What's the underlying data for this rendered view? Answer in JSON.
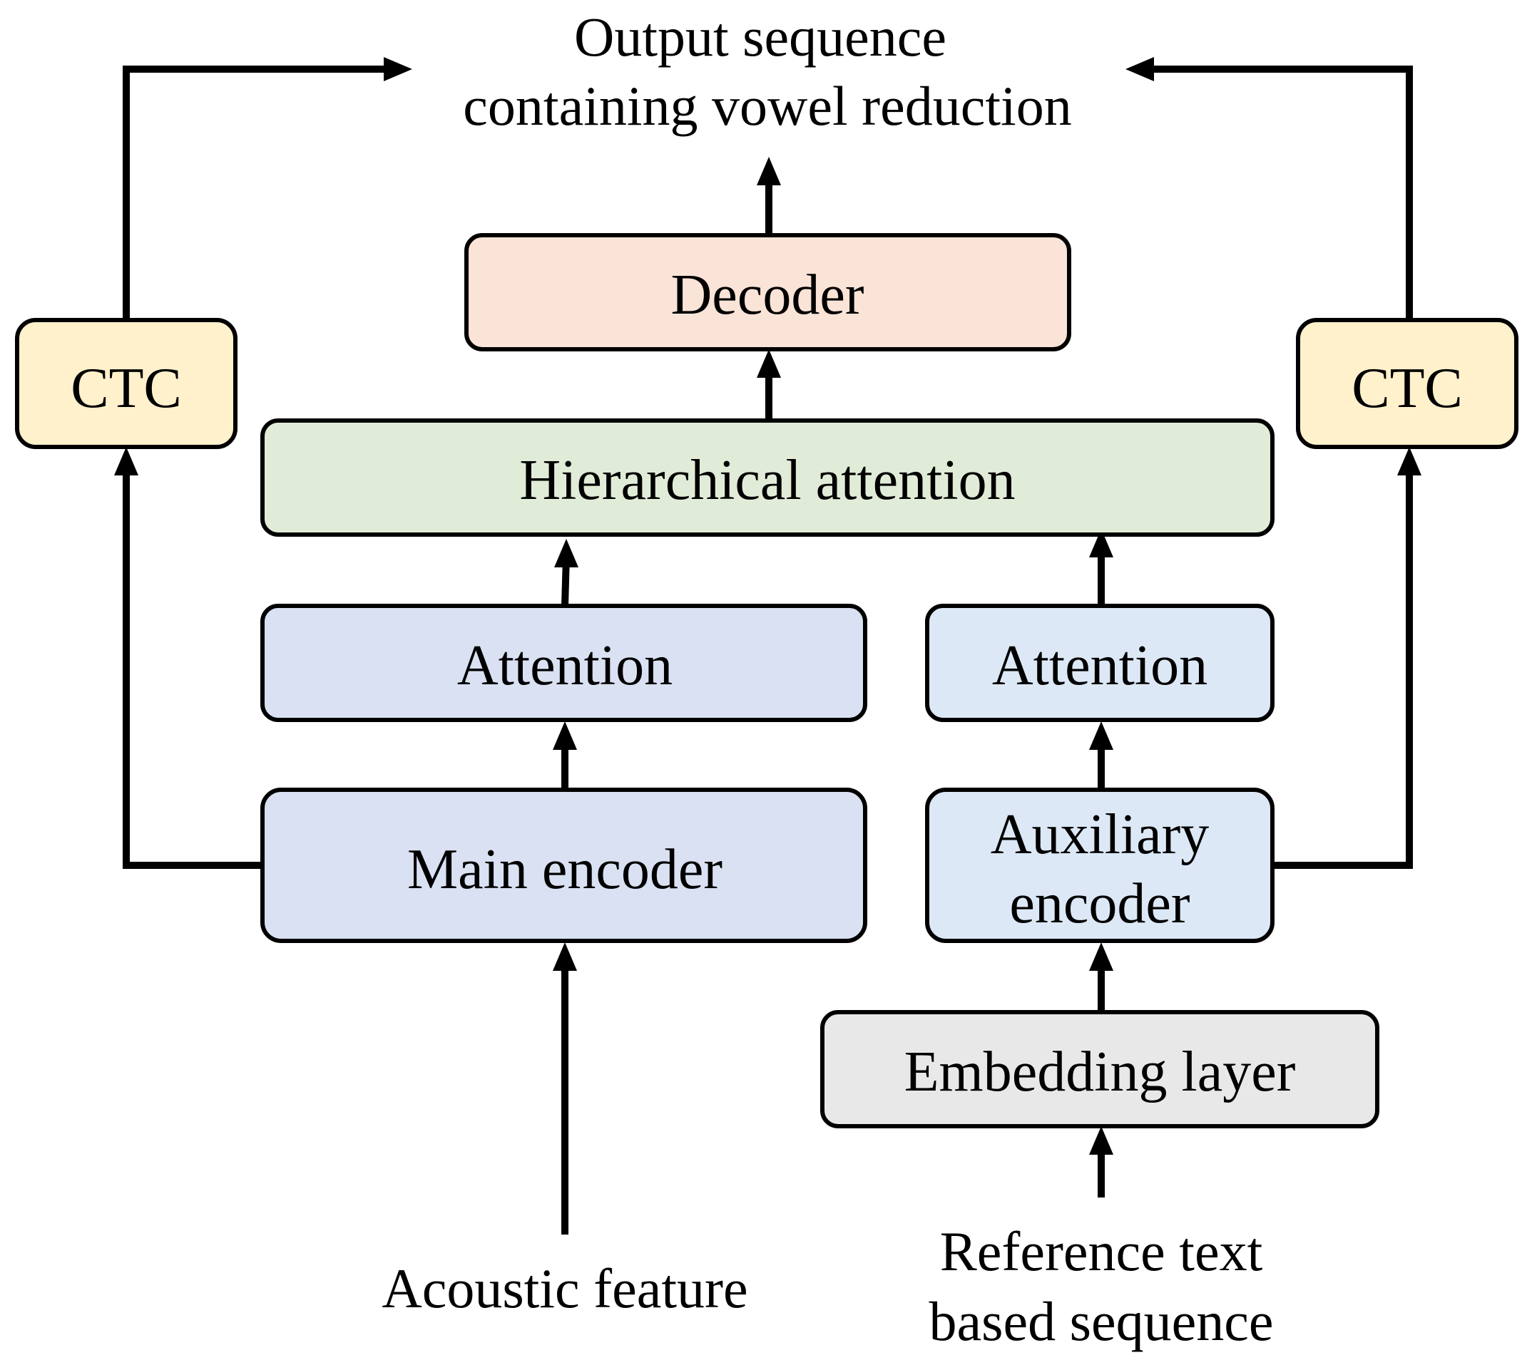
{
  "output": {
    "line1": "Output sequence",
    "line2": "containing vowel reduction"
  },
  "boxes": {
    "decoder": "Decoder",
    "ctc_left": "CTC",
    "ctc_right": "CTC",
    "hierarchical_attention": "Hierarchical attention",
    "attention_main": "Attention",
    "attention_aux": "Attention",
    "main_encoder": "Main encoder",
    "aux_encoder_line1": "Auxiliary",
    "aux_encoder_line2": "encoder",
    "embedding_layer": "Embedding layer"
  },
  "inputs": {
    "acoustic_feature": "Acoustic feature",
    "reference_line1": "Reference text",
    "reference_line2": "based sequence"
  },
  "colors": {
    "decoder": "#fae3d7",
    "ctc": "#fff1cc",
    "hierarchical_attention": "#e1ecd8",
    "main_branch": "#d9e1f2",
    "aux_branch": "#dce8f5",
    "embedding": "#e8e8e8"
  }
}
